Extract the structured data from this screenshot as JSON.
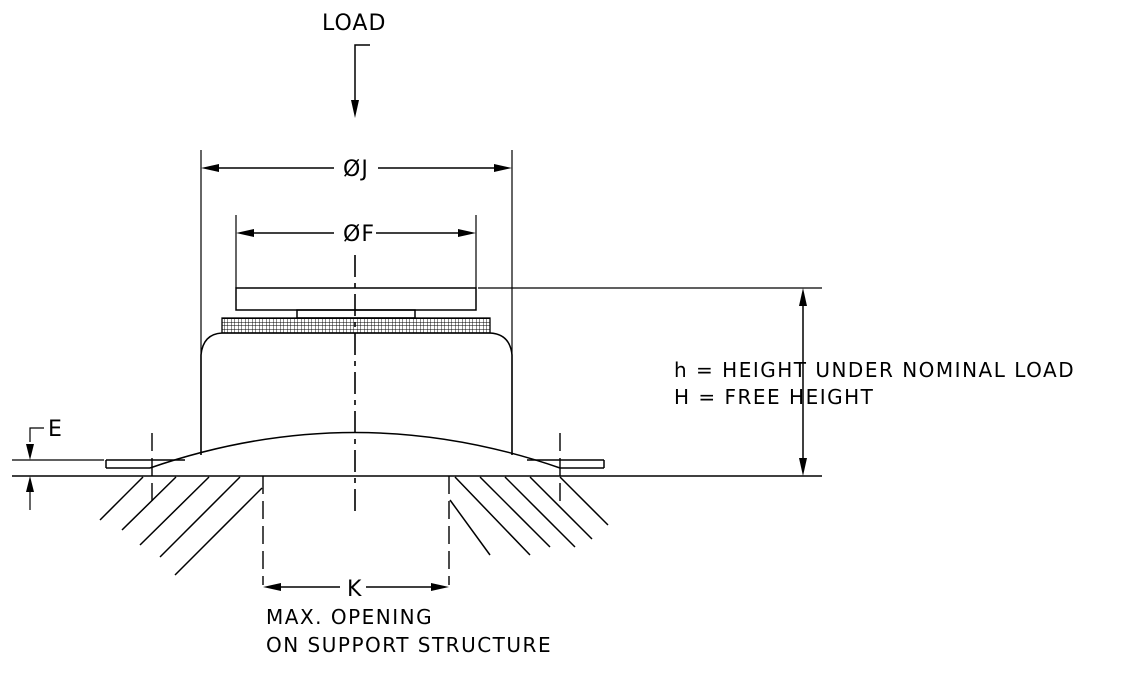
{
  "labels": {
    "load": "LOAD",
    "dia_j": "ØJ",
    "dia_f": "ØF",
    "e": "E",
    "k": "K",
    "h_line1": "h  =  HEIGHT  UNDER  NOMINAL  LOAD",
    "h_line2": "H  =  FREE  HEIGHT",
    "opening_line1": "MAX.  OPENING",
    "opening_line2": "ON  SUPPORT  STRUCTURE"
  }
}
